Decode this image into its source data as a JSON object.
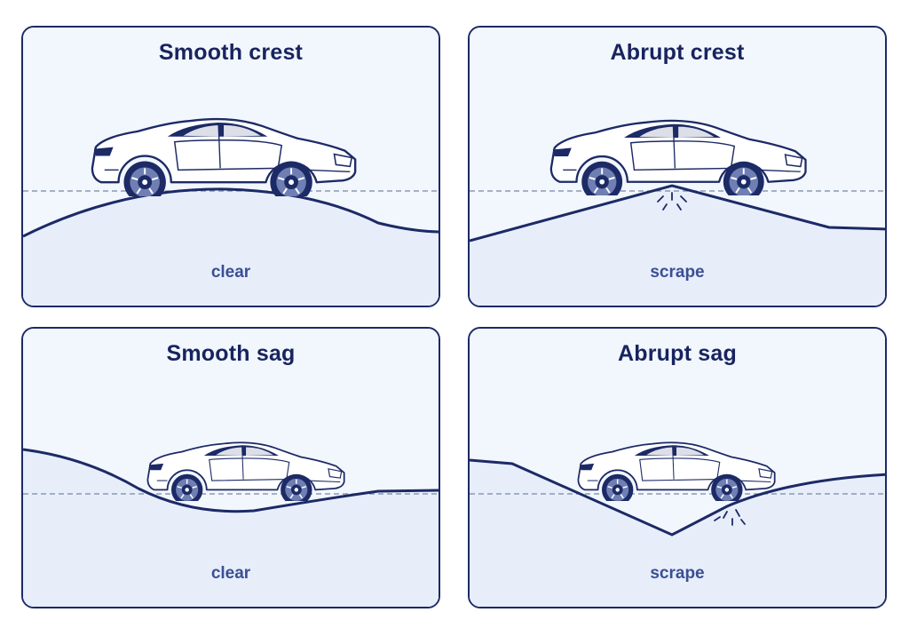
{
  "panels": [
    {
      "title": "Smooth crest",
      "status": "clear"
    },
    {
      "title": "Abrupt crest",
      "status": "scrape"
    },
    {
      "title": "Smooth sag",
      "status": "clear"
    },
    {
      "title": "Abrupt sag",
      "status": "scrape"
    }
  ],
  "icons": {
    "car": "sports-car-icon",
    "spark": "impact-spark-icon"
  },
  "colors": {
    "outline": "#1c2a66",
    "ground": "#e7eefa",
    "sky": "#f2f6fd",
    "label": "#3a4f95"
  }
}
